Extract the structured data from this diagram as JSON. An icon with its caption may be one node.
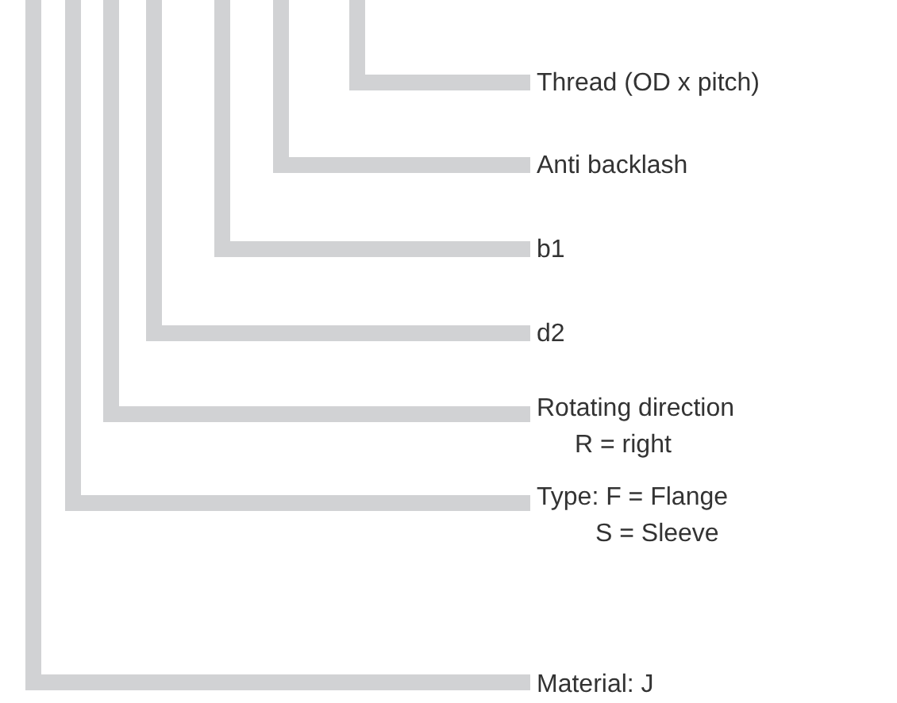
{
  "diagram": {
    "nodes": [
      {
        "text": [
          "Thread (OD x pitch)"
        ]
      },
      {
        "text": [
          "Anti backlash"
        ]
      },
      {
        "text": [
          "b1"
        ]
      },
      {
        "text": [
          "d2"
        ]
      },
      {
        "text": [
          "Rotating direction",
          "R = right"
        ]
      },
      {
        "text": [
          "Type: F = Flange",
          "S = Sleeve"
        ]
      },
      {
        "text": [
          "Material: J"
        ]
      }
    ],
    "edges": [
      {
        "from": null,
        "to": 0,
        "arrow": "none"
      },
      {
        "from": null,
        "to": 1,
        "arrow": "none"
      },
      {
        "from": null,
        "to": 2,
        "arrow": "none"
      },
      {
        "from": null,
        "to": 3,
        "arrow": "none"
      },
      {
        "from": null,
        "to": 4,
        "arrow": "none"
      },
      {
        "from": null,
        "to": 5,
        "arrow": "none"
      },
      {
        "from": null,
        "to": 6,
        "arrow": "none"
      }
    ]
  }
}
